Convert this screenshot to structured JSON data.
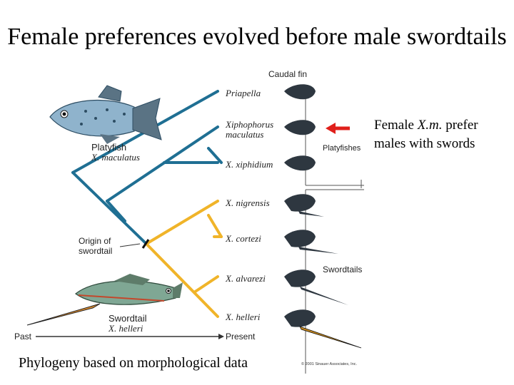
{
  "slide": {
    "title": "Female preferences evolved before male swordtails",
    "note": {
      "line1_prefix": "Female ",
      "line1_species": "X.m.",
      "line1_suffix": " prefer",
      "line2": "males with swords"
    },
    "caption": "Phylogeny based on morphological data"
  },
  "figure": {
    "column_header": "Caudal fin",
    "species": [
      {
        "label": "Priapella",
        "group": "platyfish"
      },
      {
        "label": "Xiphophorus",
        "label2": "maculatus",
        "group": "platyfish"
      },
      {
        "label": "X. xiphidium",
        "group": "platyfish"
      },
      {
        "label": "X. nigrensis",
        "group": "swordtail"
      },
      {
        "label": "X. cortezi",
        "group": "swordtail"
      },
      {
        "label": "X. alvarezi",
        "group": "swordtail"
      },
      {
        "label": "X. helleri",
        "group": "swordtail"
      }
    ],
    "platyfish_fish": {
      "name": "Platyfish",
      "species": "X. maculatus"
    },
    "swordtail_fish": {
      "name": "Swordtail",
      "species": "X. helleri"
    },
    "origin_label_1": "Origin of",
    "origin_label_2": "swordtail",
    "group_platyfishes": "Platyfishes",
    "group_swordtails": "Swordtails",
    "time_past": "Past",
    "time_present": "Present",
    "copyright": "© 2001 Sinauer Associates, Inc.",
    "colors": {
      "platyfish_branch": "#1f6f93",
      "swordtail_branch": "#f0b429",
      "arrow": "#e0201b"
    }
  }
}
